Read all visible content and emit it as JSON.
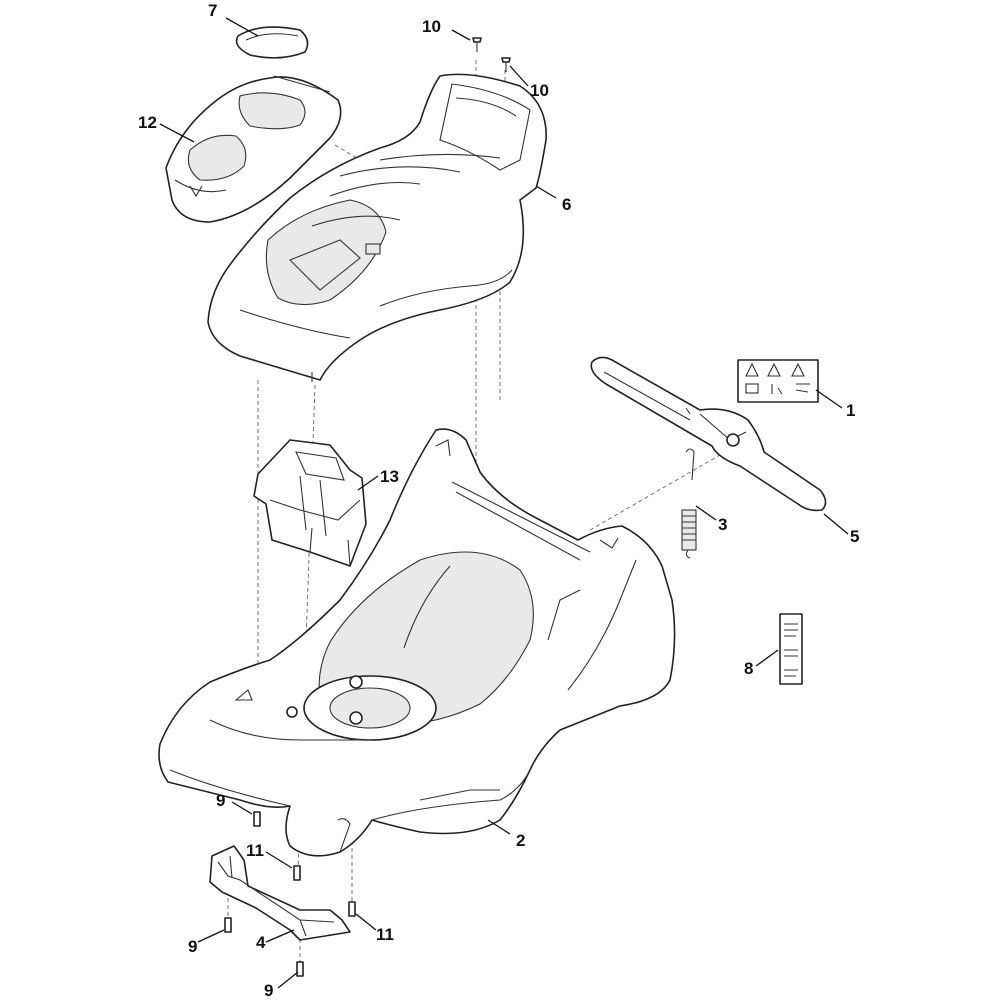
{
  "callouts": {
    "c1": "1",
    "c2": "2",
    "c3": "3",
    "c4": "4",
    "c5": "5",
    "c6": "6",
    "c7": "7",
    "c8": "8",
    "c9a": "9",
    "c9b": "9",
    "c9c": "9",
    "c10a": "10",
    "c10b": "10",
    "c11a": "11",
    "c11b": "11",
    "c12": "12",
    "c13": "13"
  }
}
